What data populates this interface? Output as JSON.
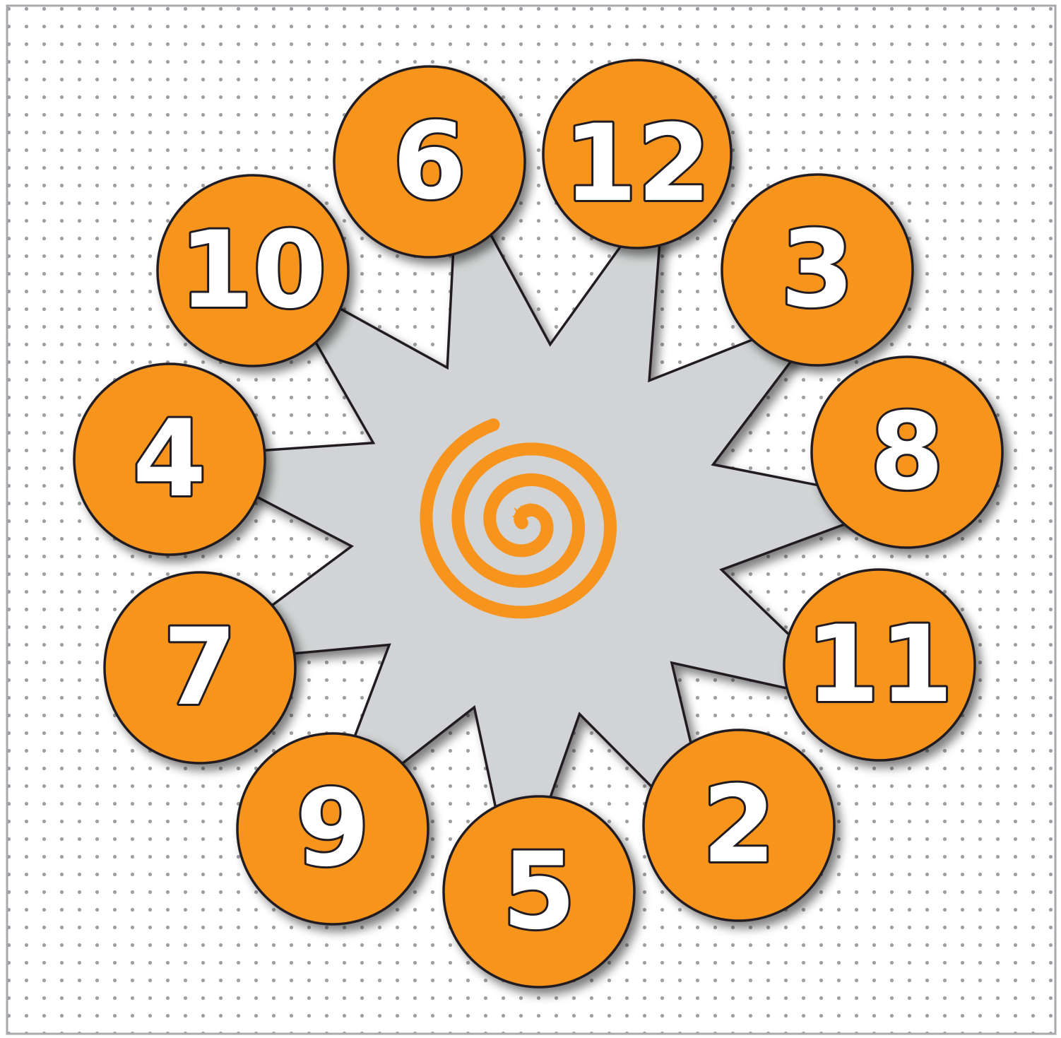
{
  "colors": {
    "background": "#ffffff",
    "dot": "#9d9fa2",
    "frame": "#a7a9ac",
    "star_fill": "#d1d3d4",
    "circle_fill": "#f7941d",
    "outline": "#231f20",
    "spiral": "#f7941d"
  },
  "center_icon": "orange-spiral-icon",
  "numbers": [
    {
      "label": "12"
    },
    {
      "label": "3"
    },
    {
      "label": "8"
    },
    {
      "label": "11"
    },
    {
      "label": "2"
    },
    {
      "label": "5"
    },
    {
      "label": "9"
    },
    {
      "label": "7"
    },
    {
      "label": "4"
    },
    {
      "label": "10"
    },
    {
      "label": "6"
    }
  ]
}
